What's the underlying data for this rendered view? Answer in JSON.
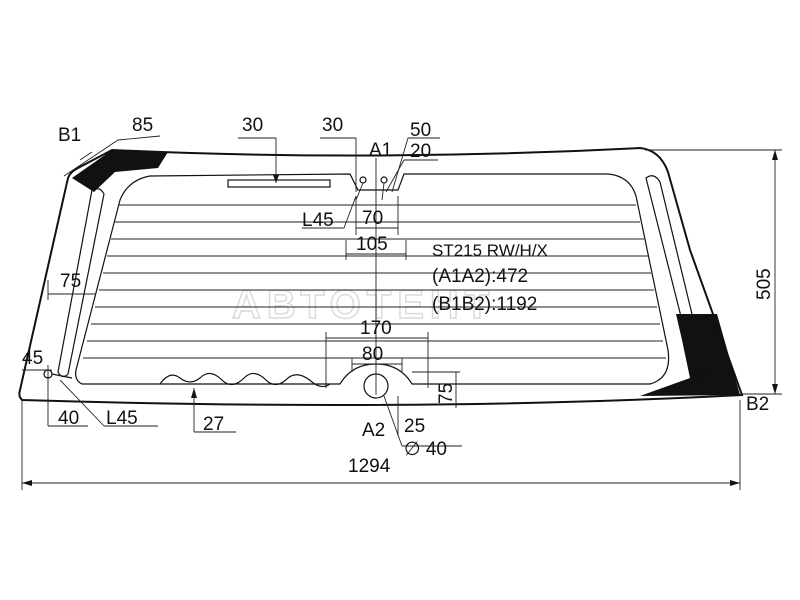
{
  "diagram": {
    "watermark": "АВТОТЕНТ",
    "spec": {
      "model": "ST215 RW/H/X",
      "a1a2": "(A1A2):472",
      "b1b2": "(B1B2):1192"
    },
    "points": {
      "b1": "B1",
      "b2": "B2",
      "a1": "A1",
      "a2": "A2"
    },
    "dimensions": {
      "corner_85": "85",
      "top_30_left": "30",
      "top_30_center": "30",
      "top_50": "50",
      "top_20": "20",
      "angle_l45_top": "L45",
      "width_70": "70",
      "width_105": "105",
      "side_75": "75",
      "width_170": "170",
      "width_80": "80",
      "bottom_75": "75",
      "left_45": "45",
      "left_40": "40",
      "angle_l45_bottom": "L45",
      "bottom_27": "27",
      "bottom_25": "25",
      "diameter_40": "∅ 40",
      "total_width": "1294",
      "total_height": "505"
    }
  }
}
